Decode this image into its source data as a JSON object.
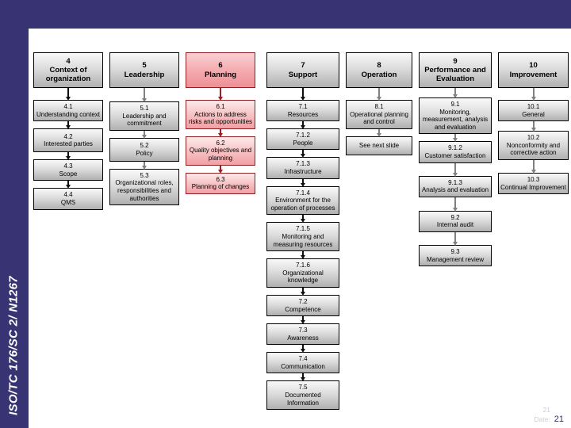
{
  "sidebar": {
    "label": "ISO/TC 176/SC 2/ N1267"
  },
  "footer": {
    "faint_number": "21",
    "date_label": "Date:",
    "slide_number": "21"
  },
  "colors": {
    "frame": "#383373",
    "accent_red": "#8f2026",
    "box_border": "#000000",
    "arrow_gray": "#808080"
  },
  "columns": [
    {
      "num": "4",
      "title": "Context of organization",
      "boxes": [
        {
          "num": "4.1",
          "label": "Understanding context"
        },
        {
          "num": "4.2",
          "label": "Interested parties"
        },
        {
          "num": "4.3",
          "label": "Scope"
        },
        {
          "num": "4.4",
          "label": "QMS"
        }
      ]
    },
    {
      "num": "5",
      "title": "Leadership",
      "boxes": [
        {
          "num": "5.1",
          "label": "Leadership and commitment"
        },
        {
          "num": "5.2",
          "label": "Policy"
        },
        {
          "num": "5.3",
          "label": "Organizational roles, responsibilities and authorities"
        }
      ]
    },
    {
      "num": "6",
      "title": "Planning",
      "boxes": [
        {
          "num": "6.1",
          "label": "Actions to address risks and opportunities"
        },
        {
          "num": "6.2",
          "label": "Quality objectives and planning"
        },
        {
          "num": "6.3",
          "label": "Planning of changes"
        }
      ]
    },
    {
      "num": "7",
      "title": "Support",
      "boxes": [
        {
          "num": "7.1",
          "label": "Resources"
        },
        {
          "num": "7.1.2",
          "label": "People"
        },
        {
          "num": "7.1.3",
          "label": "Infrastructure"
        },
        {
          "num": "7.1.4",
          "label": "Environment for the operation of processes"
        },
        {
          "num": "7.1.5",
          "label": "Monitoring and measuring resources"
        },
        {
          "num": "7.1.6",
          "label": "Organizational knowledge"
        },
        {
          "num": "7.2",
          "label": "Competence"
        },
        {
          "num": "7.3",
          "label": "Awareness"
        },
        {
          "num": "7.4",
          "label": "Communication"
        },
        {
          "num": "7.5",
          "label": "Documented Information"
        }
      ]
    },
    {
      "num": "8",
      "title": "Operation",
      "boxes": [
        {
          "num": "8.1",
          "label": "Operational planning and control"
        },
        {
          "num": "",
          "label": "See next slide"
        }
      ]
    },
    {
      "num": "9",
      "title": "Performance and Evaluation",
      "boxes": [
        {
          "num": "9.1",
          "label": "Monitoring, measurement, analysis and evaluation"
        },
        {
          "num": "9.1.2",
          "label": "Customer satisfaction"
        },
        {
          "num": "9.1.3",
          "label": "Analysis and evaluation"
        },
        {
          "num": "9.2",
          "label": "Internal audit"
        },
        {
          "num": "9.3",
          "label": "Management review"
        }
      ]
    },
    {
      "num": "10",
      "title": "Improvement",
      "boxes": [
        {
          "num": "10.1",
          "label": "General"
        },
        {
          "num": "10.2",
          "label": "Nonconformity and corrective action"
        },
        {
          "num": "10.3",
          "label": "Continual Improvement"
        }
      ]
    }
  ]
}
